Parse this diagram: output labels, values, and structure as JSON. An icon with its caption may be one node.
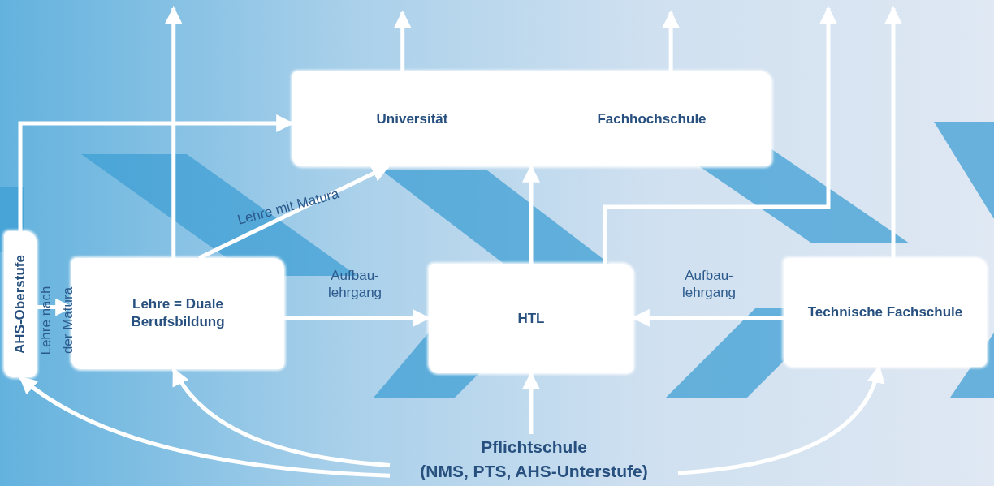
{
  "diagram": {
    "nodes": [
      {
        "text": [
          "Universität",
          "Fachhochschule"
        ]
      },
      {
        "text": [
          "AHS-Oberstufe"
        ]
      },
      {
        "text": [
          "Lehre = Duale Berufsbildung"
        ]
      },
      {
        "text": [
          "HTL"
        ]
      },
      {
        "text": [
          "Technische Fachschule"
        ]
      },
      {
        "text": [
          "Pflichtschule",
          "(NMS, PTS, AHS-Unterstufe)"
        ]
      }
    ],
    "edges": [
      {
        "from": 1,
        "to": 0,
        "arrow": "to"
      },
      {
        "from": 1,
        "to": 2,
        "arrow": "to",
        "label": "Lehre nach der Matura"
      },
      {
        "from": 2,
        "to": null,
        "arrow": "to"
      },
      {
        "from": 2,
        "to": 0,
        "arrow": "to",
        "label": "Lehre mit Matura"
      },
      {
        "from": 2,
        "to": 3,
        "arrow": "to",
        "label": "Aufbau-lehrgang"
      },
      {
        "from": 4,
        "to": 3,
        "arrow": "to",
        "label": "Aufbau-lehrgang"
      },
      {
        "from": 3,
        "to": 0,
        "arrow": "to"
      },
      {
        "from": 3,
        "to": null,
        "arrow": "to"
      },
      {
        "from": 4,
        "to": null,
        "arrow": "to"
      },
      {
        "from": 0,
        "to": null,
        "arrow": "to"
      },
      {
        "from": 0,
        "to": null,
        "arrow": "to"
      },
      {
        "from": 5,
        "to": 1,
        "arrow": "to"
      },
      {
        "from": 5,
        "to": 2,
        "arrow": "to"
      },
      {
        "from": 5,
        "to": 3,
        "arrow": "to"
      },
      {
        "from": 5,
        "to": 4,
        "arrow": "to"
      }
    ]
  }
}
